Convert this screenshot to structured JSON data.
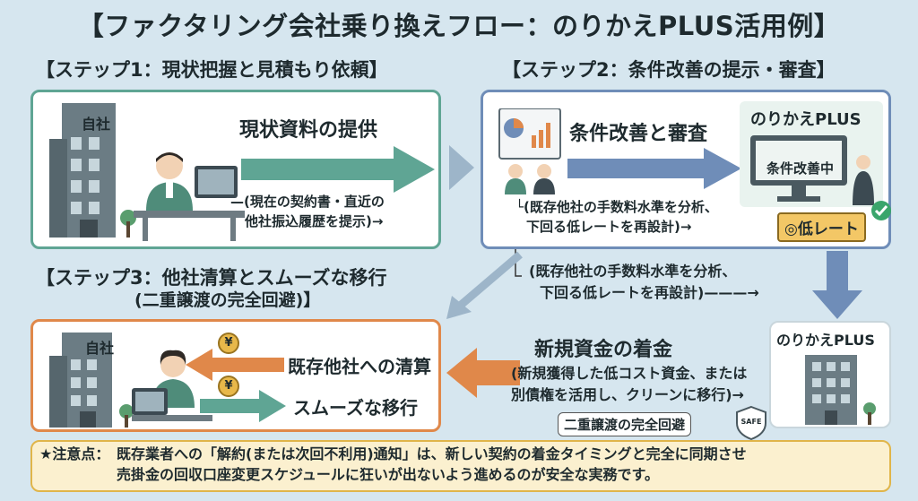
{
  "title": "【ファクタリング会社乗り換えフロー：のりかえPLUS活用例】",
  "step1": {
    "heading": "【ステップ1：現状把握と見積もり依頼】",
    "company_label": "自社",
    "action_label": "現状資料の提供",
    "note_line1": "—(現在の契約書・直近の",
    "note_line2": "他社振込履歴を提示)→"
  },
  "step2": {
    "heading": "【ステップ2：条件改善の提示・審査】",
    "action_label": "条件改善と審査",
    "brand": "のりかえPLUS",
    "screen_label": "条件改善中",
    "note_line1": "└(既存他社の手数料水準を分析、",
    "note_line2": "下回る低レートを再設計)→",
    "badge": "◎低レート"
  },
  "connector_note": {
    "line1": "(既存他社の手数料水準を分析、",
    "line2": "下回る低レートを再設計)———→"
  },
  "step3": {
    "heading_line1": "【ステップ3：他社清算とスムーズな移行",
    "heading_line2": "(二重譲渡の完全回避)】",
    "company_label": "自社",
    "settle_label": "既存他社への清算",
    "move_label": "スムーズな移行",
    "coin_symbol": "¥"
  },
  "funding": {
    "title": "新規資金の着金",
    "note_line1": "(新規獲得した低コスト資金、または",
    "note_line2": "別債権を活用し、クリーンに移行)→",
    "avoid_label": "二重譲渡の完全回避",
    "safe_label": "SAFE",
    "brand": "のりかえPLUS"
  },
  "notice": {
    "prefix": "★注意点：",
    "line1": "既存業者への「解約(または次回不利用)通知」は、新しい契約の着金タイミングと完全に同期させ",
    "line2": "売掛金の回収口座変更スケジュールに狂いが出ないよう進めるのが安全な実務です。"
  },
  "colors": {
    "background": "#d6e6ef",
    "green": "#5fa594",
    "blue": "#6f8db8",
    "orange": "#e0884a",
    "note_bg": "#fbf0cf"
  }
}
